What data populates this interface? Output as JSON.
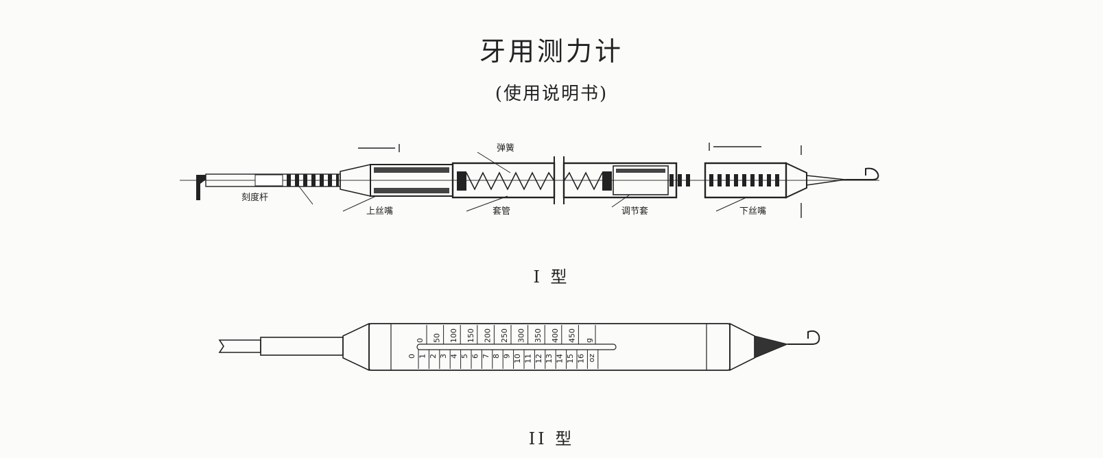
{
  "document": {
    "title": "牙用测力计",
    "subtitle": "(使用说明书)"
  },
  "figure1": {
    "caption": "I 型",
    "labels": {
      "spring": "弹簧",
      "scale_rod": "刻度杆",
      "upper_nozzle": "上丝嘴",
      "sleeve": "套管",
      "adjust_sleeve": "调节套",
      "lower_nozzle": "下丝嘴"
    }
  },
  "figure2": {
    "caption": "II 型",
    "scale_top": [
      "0",
      "50",
      "100",
      "150",
      "200",
      "250",
      "300",
      "350",
      "400",
      "450",
      "g"
    ],
    "scale_bottom": [
      "0",
      "1",
      "2",
      "3",
      "4",
      "5",
      "6",
      "7",
      "8",
      "9",
      "10",
      "11",
      "12",
      "13",
      "14",
      "15",
      "16",
      "oz"
    ]
  },
  "colors": {
    "ink": "#222222",
    "paper": "#fbfbf9"
  }
}
